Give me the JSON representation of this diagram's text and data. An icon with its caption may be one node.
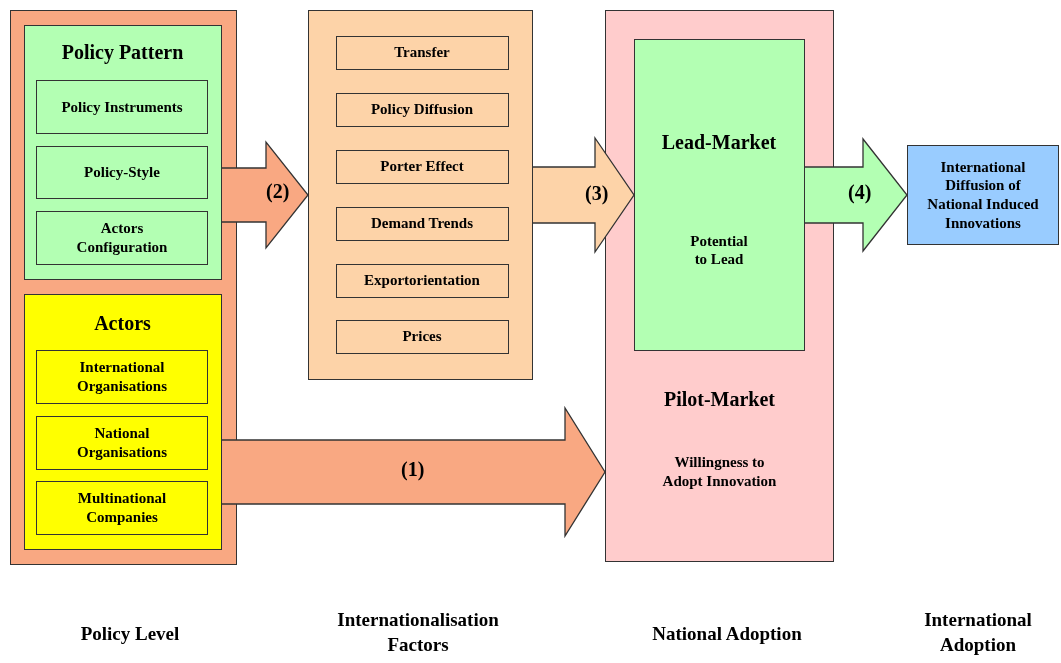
{
  "diagram": {
    "nodes": [
      {
        "text": [],
        "shape": "box"
      },
      {
        "text": [
          "Policy Pattern"
        ],
        "in": 0
      },
      {
        "text": [
          "Policy Instruments"
        ],
        "in": 1
      },
      {
        "text": [
          "Policy-Style"
        ],
        "in": 1
      },
      {
        "text": [
          "Actors Configuration"
        ],
        "in": 1
      },
      {
        "text": [
          "Actors"
        ],
        "in": 0
      },
      {
        "text": [
          "International Organisations"
        ],
        "in": 5
      },
      {
        "text": [
          "National Organisations"
        ],
        "in": 5
      },
      {
        "text": [
          "Multinational Companies"
        ],
        "in": 5
      },
      {
        "text": [],
        "shape": "box"
      },
      {
        "text": [
          "Transfer"
        ],
        "in": 9
      },
      {
        "text": [
          "Policy Diffusion"
        ],
        "in": 9
      },
      {
        "text": [
          "Porter Effect"
        ],
        "in": 9
      },
      {
        "text": [
          "Demand Trends"
        ],
        "in": 9
      },
      {
        "text": [
          "Exportorientation"
        ],
        "in": 9
      },
      {
        "text": [
          "Prices"
        ],
        "in": 9
      },
      {
        "text": [
          "Pilot-Market",
          "Willingness to Adopt Innovation"
        ]
      },
      {
        "text": [
          "Lead-Market",
          "Potential to Lead"
        ],
        "in": 16
      },
      {
        "text": [
          "International Diffusion of National Induced Innovations"
        ]
      }
    ],
    "labels": [
      "Policy Level",
      "Internationalisation Factors",
      "National Adoption",
      "International Adoption"
    ],
    "edges": [
      {
        "from": 1,
        "to": 9,
        "arrow": "to",
        "label": "(2)",
        "style": "thick"
      },
      {
        "from": 9,
        "to": 17,
        "arrow": "to",
        "label": "(3)",
        "style": "thick",
        "color": "#fdd3a8"
      },
      {
        "from": 17,
        "to": 18,
        "arrow": "to",
        "label": "(4)",
        "style": "thick",
        "color": "#b3ffb3"
      },
      {
        "from": 5,
        "to": 16,
        "arrow": "to",
        "label": "(1)",
        "style": "thick"
      }
    ]
  }
}
